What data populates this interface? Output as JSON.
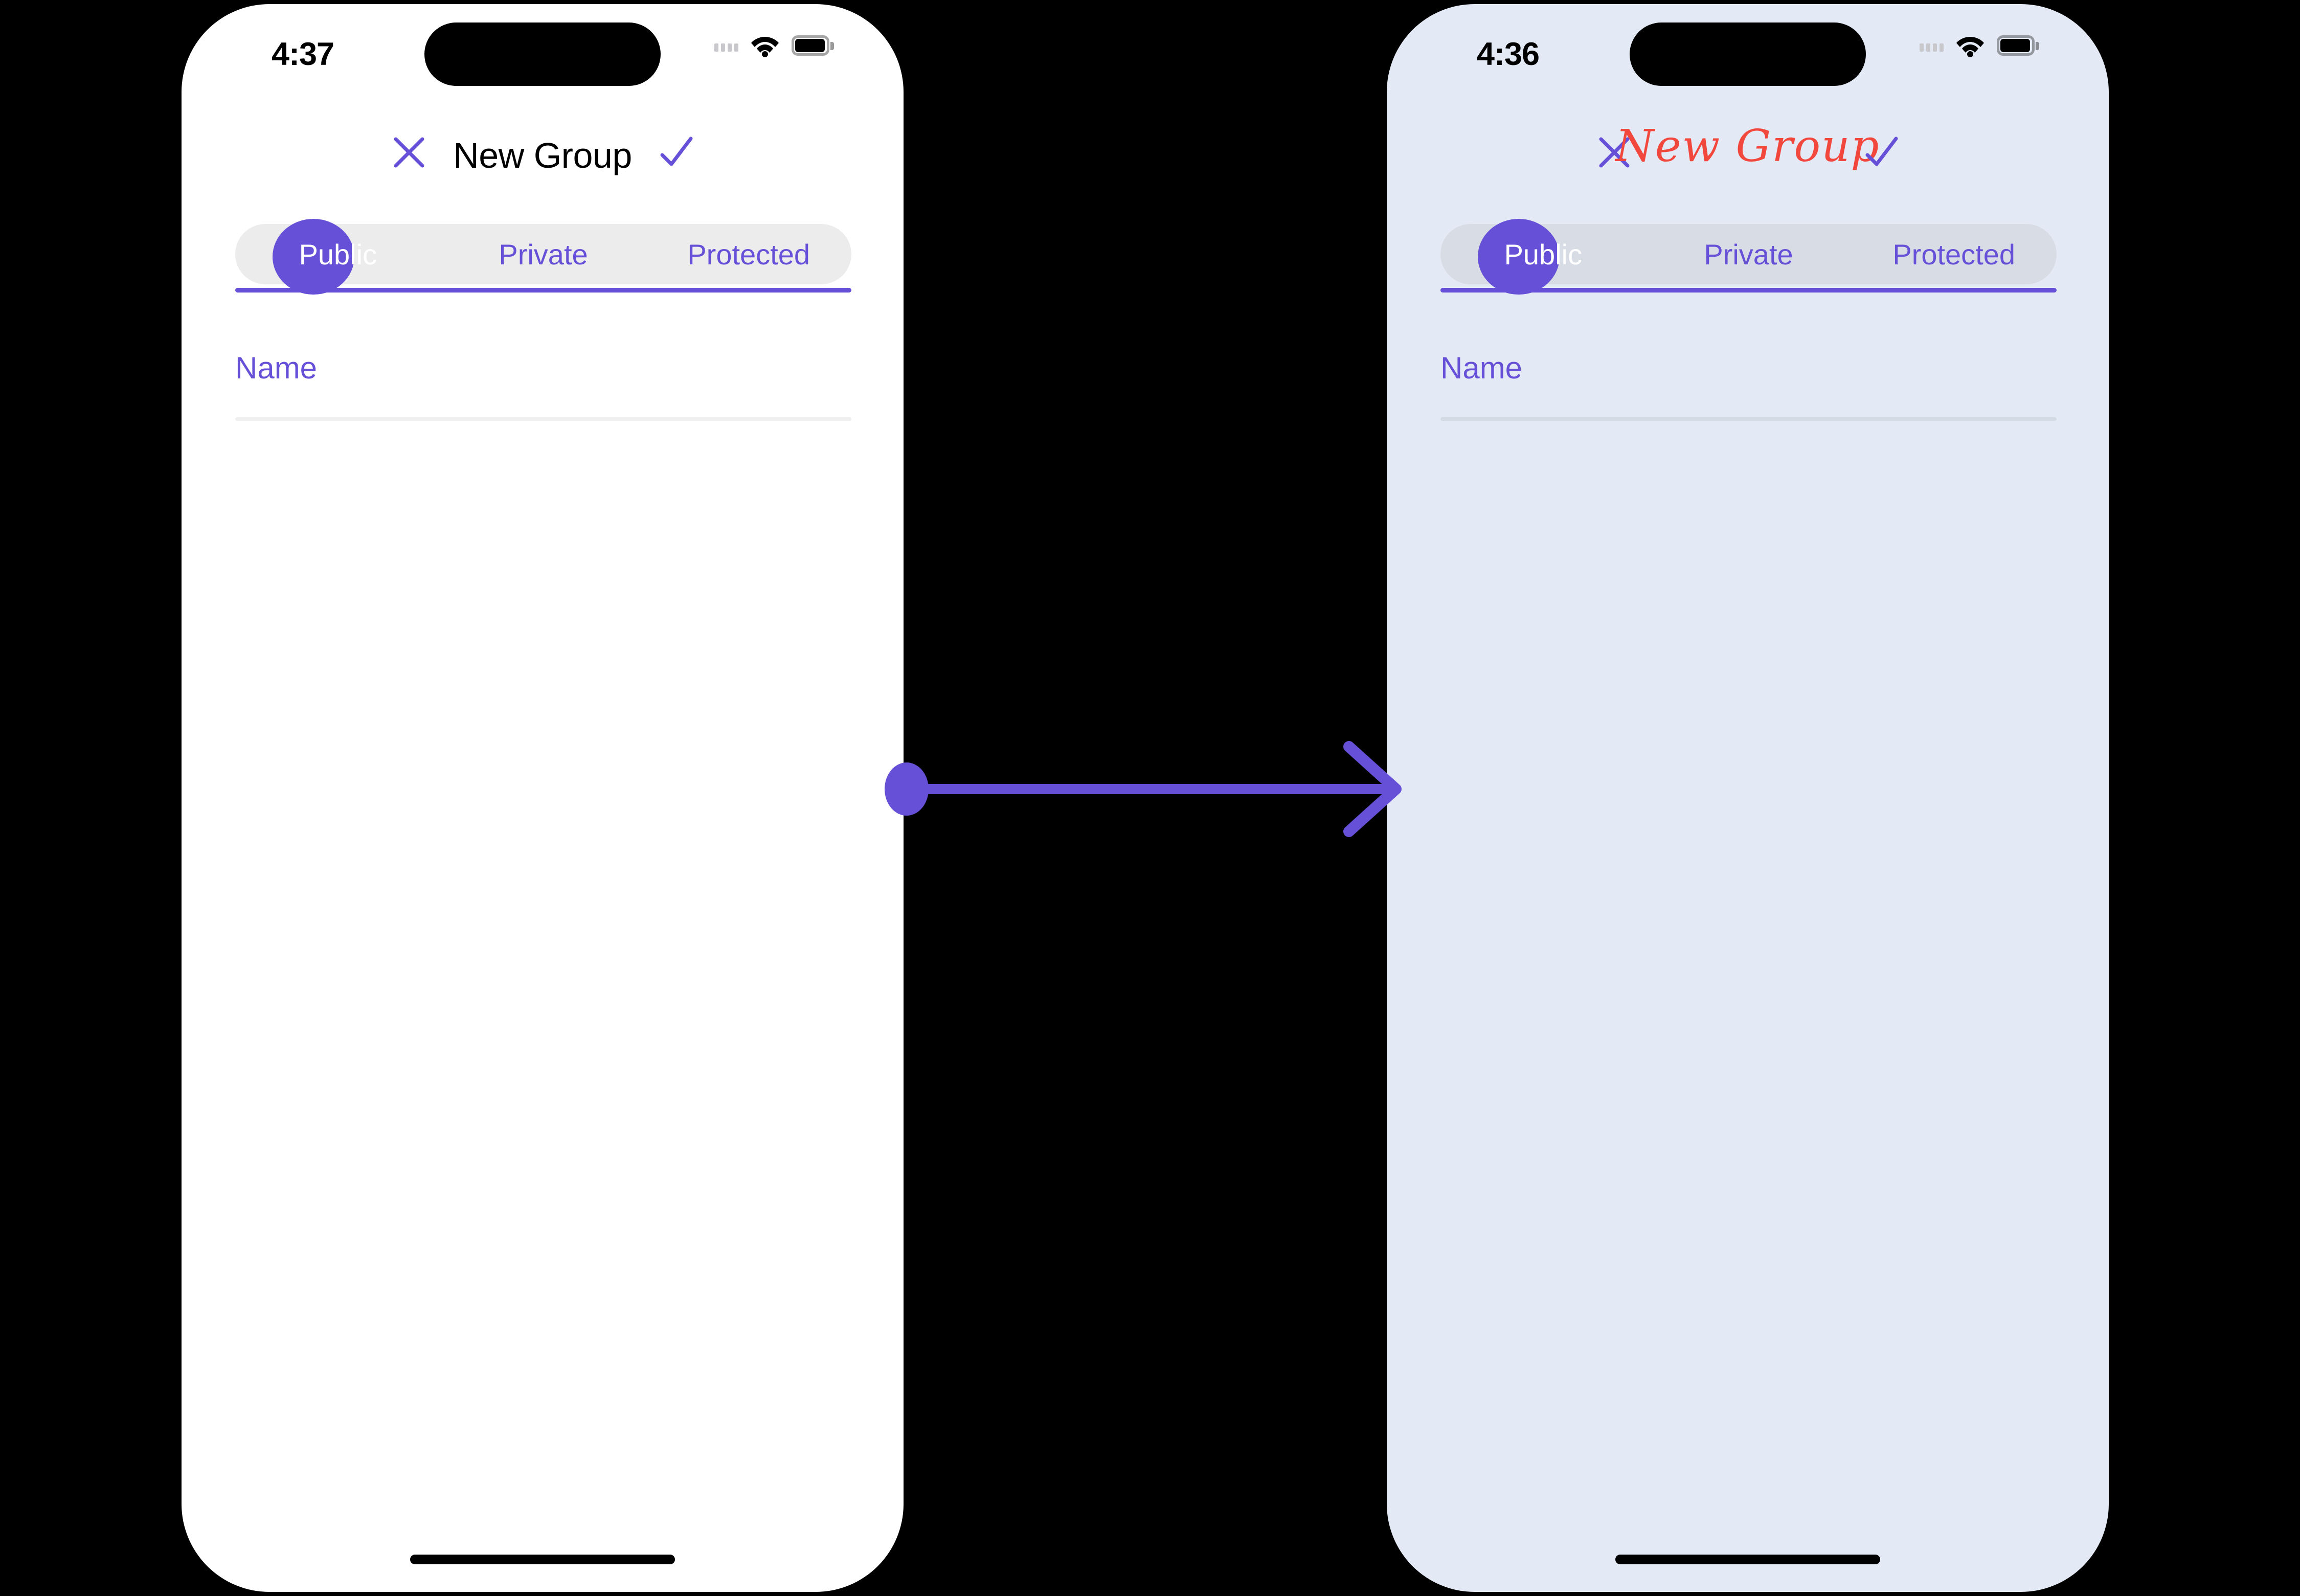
{
  "meta": {
    "accent_purple": "#6750D8",
    "title_red": "#F2473C",
    "canvas_bg": "#000000"
  },
  "screens": [
    {
      "id": "before",
      "background": "#FFFFFF",
      "status_bar": {
        "time": "4:37",
        "icons": [
          "cellular-dots-icon",
          "wifi-icon",
          "battery-icon"
        ]
      },
      "nav": {
        "close_icon": "close-x-icon",
        "title": "New Group",
        "title_style": "plain",
        "done_icon": "checkmark-icon"
      },
      "segmented_control": {
        "selected_index": 0,
        "segments": [
          {
            "label": "Public"
          },
          {
            "label": "Private"
          },
          {
            "label": "Protected"
          }
        ]
      },
      "form": {
        "name_field": {
          "label": "Name",
          "value": "",
          "placeholder": "Name"
        }
      },
      "home_indicator": true
    },
    {
      "id": "after",
      "background": "#E4EAF5",
      "status_bar": {
        "time": "4:36",
        "icons": [
          "cellular-dots-icon",
          "wifi-icon",
          "battery-icon"
        ]
      },
      "nav": {
        "close_icon": "close-x-icon",
        "title": "New Group",
        "title_style": "script-red",
        "done_icon": "checkmark-icon"
      },
      "segmented_control": {
        "selected_index": 0,
        "segments": [
          {
            "label": "Public"
          },
          {
            "label": "Private"
          },
          {
            "label": "Protected"
          }
        ]
      },
      "form": {
        "name_field": {
          "label": "Name",
          "value": "",
          "placeholder": "Name"
        }
      },
      "home_indicator": true
    }
  ],
  "connector": {
    "type": "arrow",
    "direction": "left-to-right",
    "color": "#6750D8",
    "start_marker": "dot",
    "end_marker": "chevron"
  }
}
